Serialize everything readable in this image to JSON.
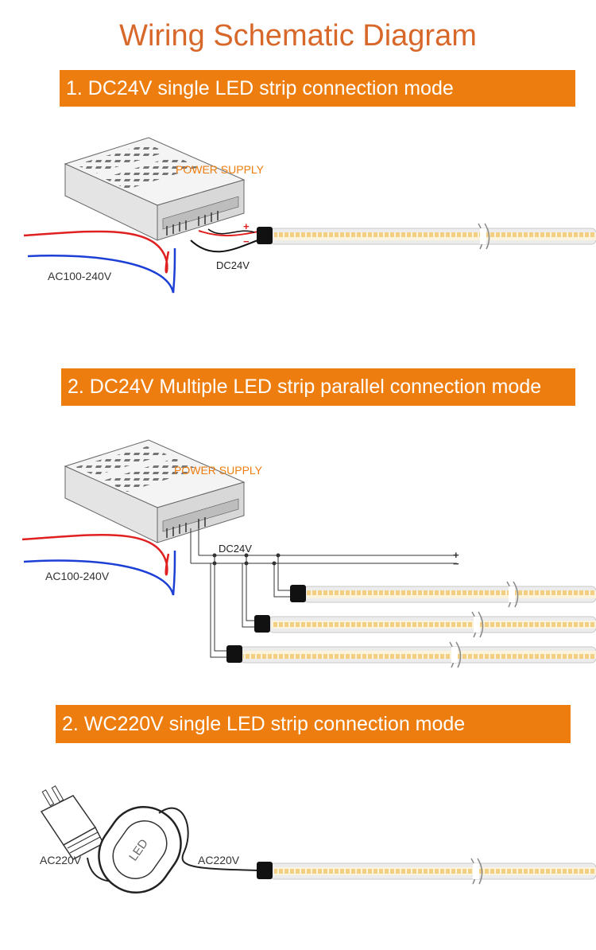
{
  "title": "Wiring Schematic Diagram",
  "sections": [
    {
      "heading": "1. DC24V single LED strip connection mode"
    },
    {
      "heading": "2. DC24V Multiple LED strip parallel connection mode"
    },
    {
      "heading": "2. WC220V single LED strip connection mode"
    }
  ],
  "labels": {
    "power_supply": "POWER SUPPLY",
    "ac_in": "AC100-240V",
    "dc_out": "DC24V",
    "plus": "+",
    "minus": "−",
    "ac220": "AC220V",
    "led": "LED"
  },
  "colors": {
    "accent": "#ee7d0f",
    "wire_red": "#e02020",
    "wire_blue": "#1c3fd6",
    "strip_fill": "#f3d590",
    "strip_tube": "#e6e6e6"
  }
}
